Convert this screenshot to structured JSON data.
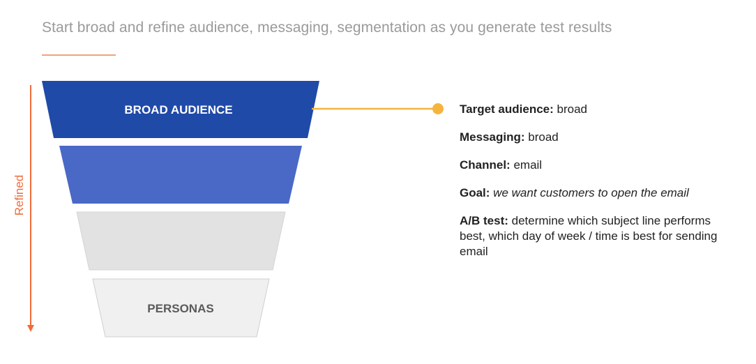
{
  "subtitle": "Start broad and refine audience, messaging, segmentation as you generate test results",
  "axis_label": "Refined",
  "colors": {
    "stage1": "#1f4aa8",
    "stage2": "#4a69c6",
    "stage3": "#e2e2e2",
    "stage4": "#f0f0f0",
    "accent_orange": "#ef6c3a",
    "connector_yellow": "#f5b53d"
  },
  "funnel": {
    "stage1_label": "BROAD AUDIENCE",
    "stage2_label": "",
    "stage3_label": "",
    "stage4_label": "PERSONAS"
  },
  "details": {
    "target_label": "Target audience:",
    "target_value": " broad",
    "messaging_label": "Messaging:",
    "messaging_value": " broad",
    "channel_label": "Channel:",
    "channel_value": " email",
    "goal_label": "Goal:",
    "goal_value": " we want customers to open the email",
    "ab_label": "A/B test:",
    "ab_value": " determine which subject line performs best, which day of week / time is best for sending email"
  }
}
